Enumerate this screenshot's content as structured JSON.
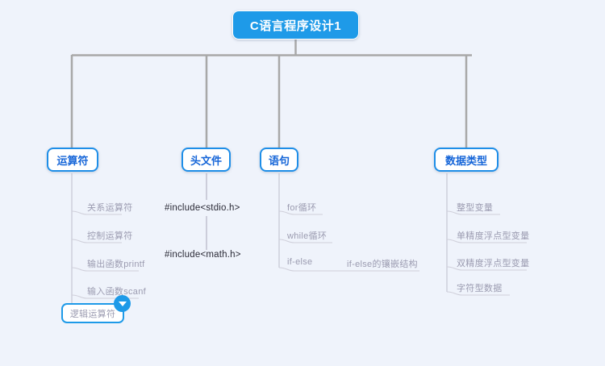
{
  "canvas": {
    "background_color": "#eff3fb",
    "connector_color": "#a8a8a8",
    "leaf_connector_color": "#cfcfda",
    "accent_color": "#1e9ae8",
    "branch_text_color": "#1565d8",
    "leaf_text_color": "#9b9bb0"
  },
  "root": {
    "label": "C语言程序设计1"
  },
  "branches": [
    {
      "label": "运算符",
      "children": [
        {
          "label": "关系运算符",
          "style": "gray"
        },
        {
          "label": "控制运算符",
          "style": "gray"
        },
        {
          "label": "输出函数printf",
          "style": "gray"
        },
        {
          "label": "输入函数scanf",
          "style": "gray"
        },
        {
          "label": "逻辑运算符",
          "style": "gray",
          "selected": true,
          "collapsed": true
        }
      ]
    },
    {
      "label": "头文件",
      "children": [
        {
          "label": "#include<stdio.h>",
          "style": "dark"
        },
        {
          "label": "#include<math.h>",
          "style": "dark"
        }
      ]
    },
    {
      "label": "语句",
      "children": [
        {
          "label": "for循环",
          "style": "gray"
        },
        {
          "label": "while循环",
          "style": "gray"
        },
        {
          "label": "if-else",
          "style": "gray",
          "children": [
            {
              "label": "if-else的镶嵌结构",
              "style": "gray"
            }
          ]
        }
      ]
    },
    {
      "label": "数据类型",
      "children": [
        {
          "label": "整型变量",
          "style": "gray"
        },
        {
          "label": "单精度浮点型变量",
          "style": "gray"
        },
        {
          "label": "双精度浮点型变量",
          "style": "gray"
        },
        {
          "label": "字符型数据",
          "style": "gray"
        }
      ]
    }
  ],
  "badge": {
    "icon": "chevron-down-icon"
  }
}
